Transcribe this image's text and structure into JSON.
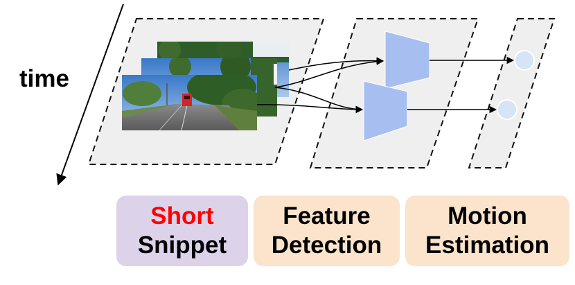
{
  "time_label": "time",
  "stages": [
    {
      "line1": "Short",
      "line2": "Snippet",
      "line1_color": "#ff0000",
      "bg": "#dcd3ea"
    },
    {
      "line1": "Feature",
      "line2": "Detection",
      "line1_color": "#000000",
      "bg": "#fbe3cc"
    },
    {
      "line1": "Motion",
      "line2": "Estimation",
      "line1_color": "#000000",
      "bg": "#fbe3cc"
    }
  ],
  "colors": {
    "panel_fill": "#efefef",
    "panel_stroke": "#111111",
    "network_fill": "#a7bff0",
    "node_fill": "#d5e5f6",
    "arrow": "#000000"
  },
  "icons": [
    "road-scene-image",
    "encoder-network-shape",
    "output-node-circle"
  ]
}
